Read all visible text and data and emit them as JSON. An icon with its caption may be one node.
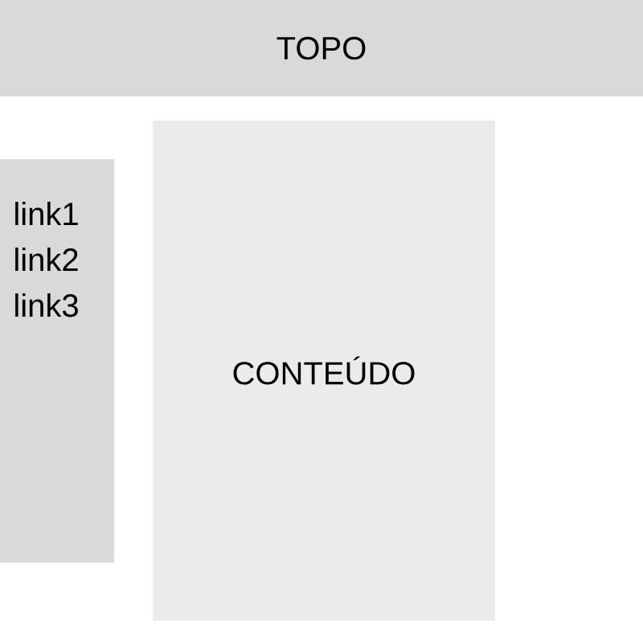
{
  "diagram": {
    "nodes": [
      {
        "text": [
          "TOPO"
        ]
      },
      {
        "text": [
          "link1",
          "link2",
          "link3"
        ]
      },
      {
        "text": [
          "CONTEÚDO"
        ]
      }
    ]
  }
}
